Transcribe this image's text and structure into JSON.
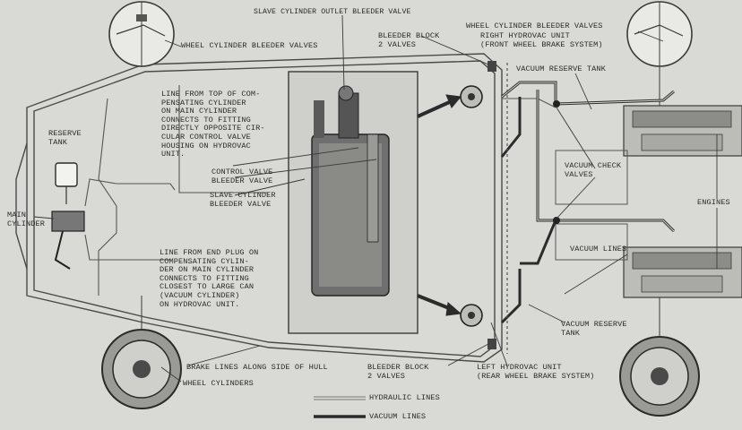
{
  "labels": {
    "slave_outlet_bleeder": "SLAVE CYLINDER OUTLET BLEEDER VALVE",
    "wheel_bleeder_left": "WHEEL CYLINDER BLEEDER VALVES",
    "bleeder_block_top": "BLEEDER BLOCK\n2 VALVES",
    "wheel_bleeder_right": "WHEEL CYLINDER BLEEDER VALVES",
    "right_hydrovac": "RIGHT HYDROVAC UNIT\n(FRONT WHEEL BRAKE SYSTEM)",
    "vacuum_reserve_top": "VACUUM RESERVE TANK",
    "line_from_top": "LINE FROM TOP OF COM-\nPENSATING CYLINDER\nON MAIN CYLINDER\nCONNECTS TO FITTING\nDIRECTLY OPPOSITE CIR-\nCULAR CONTROL VALVE\nHOUSING ON HYDROVAC\nUNIT.",
    "reserve_tank": "RESERVE\nTANK",
    "control_valve_bleeder": "CONTROL VALVE\nBLEEDER VALVE",
    "slave_bleeder": "SLAVE CYLINDER\nBLEEDER VALVE",
    "main_cylinder": "MAIN\nCYLINDER",
    "vacuum_check_valves": "VACUUM CHECK\nVALVES",
    "engines": "ENGINES",
    "vacuum_lines": "VACUUM LINES",
    "line_from_end": "LINE FROM END PLUG ON\nCOMPENSATING CYLIN-\nDER ON MAIN CYLINDER\nCONNECTS TO FITTING\nCLOSEST TO LARGE CAN\n(VACUUM CYLINDER)\nON HYDROVAC UNIT.",
    "vacuum_reserve_bottom": "VACUUM RESERVE\nTANK",
    "brake_lines_hull": "BRAKE LINES ALONG SIDE OF HULL",
    "bleeder_block_bottom": "BLEEDER BLOCK\n2 VALVES",
    "left_hydrovac": "LEFT HYDROVAC UNIT\n(REAR WHEEL BRAKE SYSTEM)",
    "wheel_cylinders": "WHEEL CYLINDERS",
    "legend_hydraulic": "HYDRAULIC LINES",
    "legend_vacuum": "VACUUM LINES"
  },
  "colors": {
    "background": "#d9d9d5",
    "line": "#3a3a3a",
    "vacuum_line": "#2b2b2b",
    "hydraulic_line": "#8a8a8a",
    "unit_fill": "#6f6f6f"
  }
}
